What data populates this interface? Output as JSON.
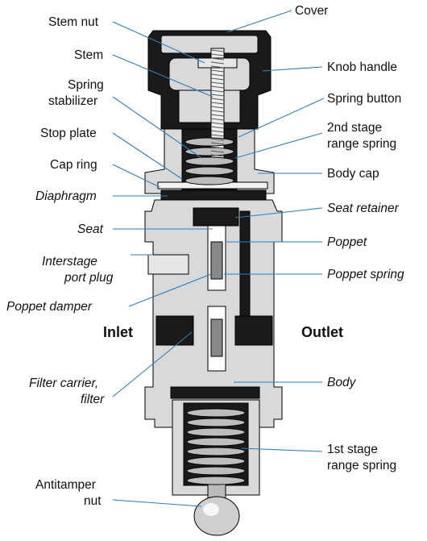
{
  "labels": {
    "cover": "Cover",
    "stem_nut": "Stem nut",
    "stem": "Stem",
    "knob_handle": "Knob handle",
    "spring_stabilizer_1": "Spring",
    "spring_stabilizer_2": "stabilizer",
    "spring_button": "Spring button",
    "stop_plate": "Stop plate",
    "second_stage_1": "2nd stage",
    "second_stage_2": "range spring",
    "cap_ring": "Cap ring",
    "body_cap": "Body cap",
    "diaphragm": "Diaphragm",
    "seat_retainer": "Seat retainer",
    "seat": "Seat",
    "poppet": "Poppet",
    "interstage_1": "Interstage",
    "interstage_2": "port plug",
    "poppet_spring": "Poppet spring",
    "poppet_damper": "Poppet damper",
    "inlet": "Inlet",
    "outlet": "Outlet",
    "filter_1": "Filter carrier,",
    "filter_2": "filter",
    "body": "Body",
    "first_stage_1": "1st stage",
    "first_stage_2": "range spring",
    "antitamper_1": "Antitamper",
    "antitamper_2": "nut"
  },
  "colors": {
    "leader": "#2a7fc0",
    "body_fill": "#d9d9d9",
    "dark_fill": "#1a1a1a",
    "spring_fill": "#bdbdbd"
  }
}
